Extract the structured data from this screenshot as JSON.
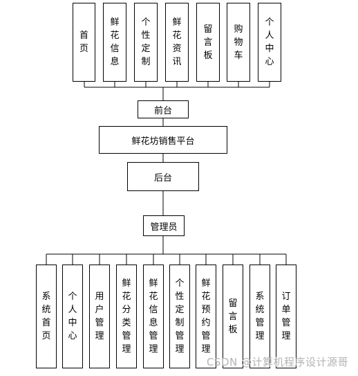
{
  "diagram": {
    "frontend_items": [
      "首\n页",
      "鲜\n花\n信\n息",
      "个\n性\n定\n制",
      "鲜\n花\n资\n讯",
      "留\n言\n板",
      "购\n物\n车",
      "个\n人\n中\n心"
    ],
    "frontend": "前台",
    "platform": "鲜花坊销售平台",
    "backend": "后台",
    "admin": "管理员",
    "admin_items": [
      "系\n统\n首\n页",
      "个\n人\n中\n心",
      "用\n户\n管\n理",
      "鲜\n花\n分\n类\n管\n理",
      "鲜\n花\n信\n息\n管\n理",
      "个\n性\n定\n制\n管\n理",
      "鲜\n花\n预\n约\n管\n理",
      "留\n言\n板",
      "系\n统\n管\n理",
      "订\n单\n管\n理"
    ]
  },
  "watermark": "CSDN @计算机程序设计源哥"
}
